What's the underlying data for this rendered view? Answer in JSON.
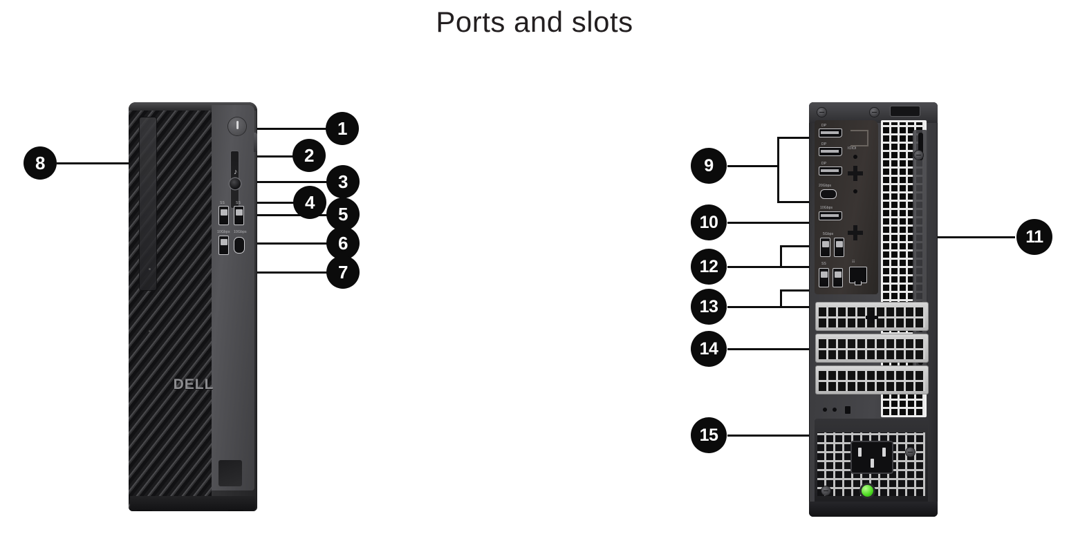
{
  "page": {
    "title": "Ports and slots",
    "background_color": "#ffffff",
    "title_color": "#231f20"
  },
  "theme": {
    "callout_fill": "#0b0b0b",
    "callout_text": "#ffffff",
    "leader_line": "#0d0d0d",
    "chassis_dark": "#2b2b2d",
    "chassis_mid": "#434345",
    "psu_led_green": "#4ad81f",
    "dell_logo_color": "#8d8d90"
  },
  "devices": [
    {
      "view": "front",
      "name": "desktop-front-view",
      "brand_logo": "DELL"
    },
    {
      "view": "rear",
      "name": "desktop-rear-view"
    }
  ],
  "callouts": [
    {
      "number": "1",
      "view": "front",
      "target": "power-button"
    },
    {
      "number": "2",
      "view": "front",
      "target": "sd-card-slot"
    },
    {
      "number": "3",
      "view": "front",
      "target": "headset-jack"
    },
    {
      "number": "4",
      "view": "front",
      "target": "usb-a-port-upper-left"
    },
    {
      "number": "5",
      "view": "front",
      "target": "usb-a-port-upper-right"
    },
    {
      "number": "6",
      "view": "front",
      "target": "usb-c-port"
    },
    {
      "number": "7",
      "view": "front",
      "target": "usb-a-port-lower"
    },
    {
      "number": "8",
      "view": "front",
      "target": "side-cover-panel"
    },
    {
      "number": "9",
      "view": "rear",
      "target": "displayport-group"
    },
    {
      "number": "10",
      "view": "rear",
      "target": "usb-c-port-rear"
    },
    {
      "number": "11",
      "view": "rear",
      "target": "side-vent-grille"
    },
    {
      "number": "12",
      "view": "rear",
      "target": "usb-port-group-middle"
    },
    {
      "number": "13",
      "view": "rear",
      "target": "usb-and-network-group"
    },
    {
      "number": "14",
      "view": "rear",
      "target": "expansion-card-slots"
    },
    {
      "number": "15",
      "view": "rear",
      "target": "power-connector-port"
    }
  ],
  "front_port_labels": {
    "usb_row_left": "SS",
    "usb_row_right": "SS",
    "usbc_left": "10Gbps",
    "usbc_right": "10Gbps"
  },
  "rear_port_labels": {
    "dp1": "DP",
    "dp2": "DP",
    "dp3": "DP",
    "usbc": "20Gbps",
    "dp4": "10Gbps",
    "usb_mid": "5Gbps",
    "usb_low": "SS",
    "serial": "IOIOI"
  }
}
